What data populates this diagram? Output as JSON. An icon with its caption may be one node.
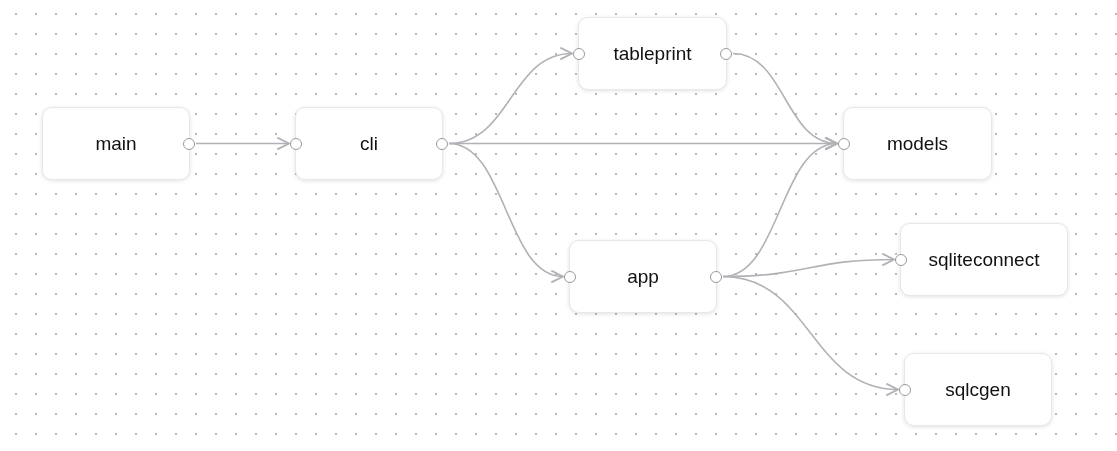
{
  "diagram": {
    "nodes": [
      {
        "text": [
          "main"
        ]
      },
      {
        "text": [
          "cli"
        ]
      },
      {
        "text": [
          "tableprint"
        ]
      },
      {
        "text": [
          "models"
        ]
      },
      {
        "text": [
          "app"
        ]
      },
      {
        "text": [
          "sqliteconnect"
        ]
      },
      {
        "text": [
          "sqlcgen"
        ]
      }
    ],
    "edges": [
      {
        "from": 0,
        "to": 1,
        "arrow": "to"
      },
      {
        "from": 1,
        "to": 2,
        "arrow": "to"
      },
      {
        "from": 1,
        "to": 3,
        "arrow": "to"
      },
      {
        "from": 1,
        "to": 4,
        "arrow": "to"
      },
      {
        "from": 2,
        "to": 3,
        "arrow": "to"
      },
      {
        "from": 4,
        "to": 3,
        "arrow": "to"
      },
      {
        "from": 4,
        "to": 5,
        "arrow": "to"
      },
      {
        "from": 4,
        "to": 6,
        "arrow": "to"
      }
    ]
  }
}
